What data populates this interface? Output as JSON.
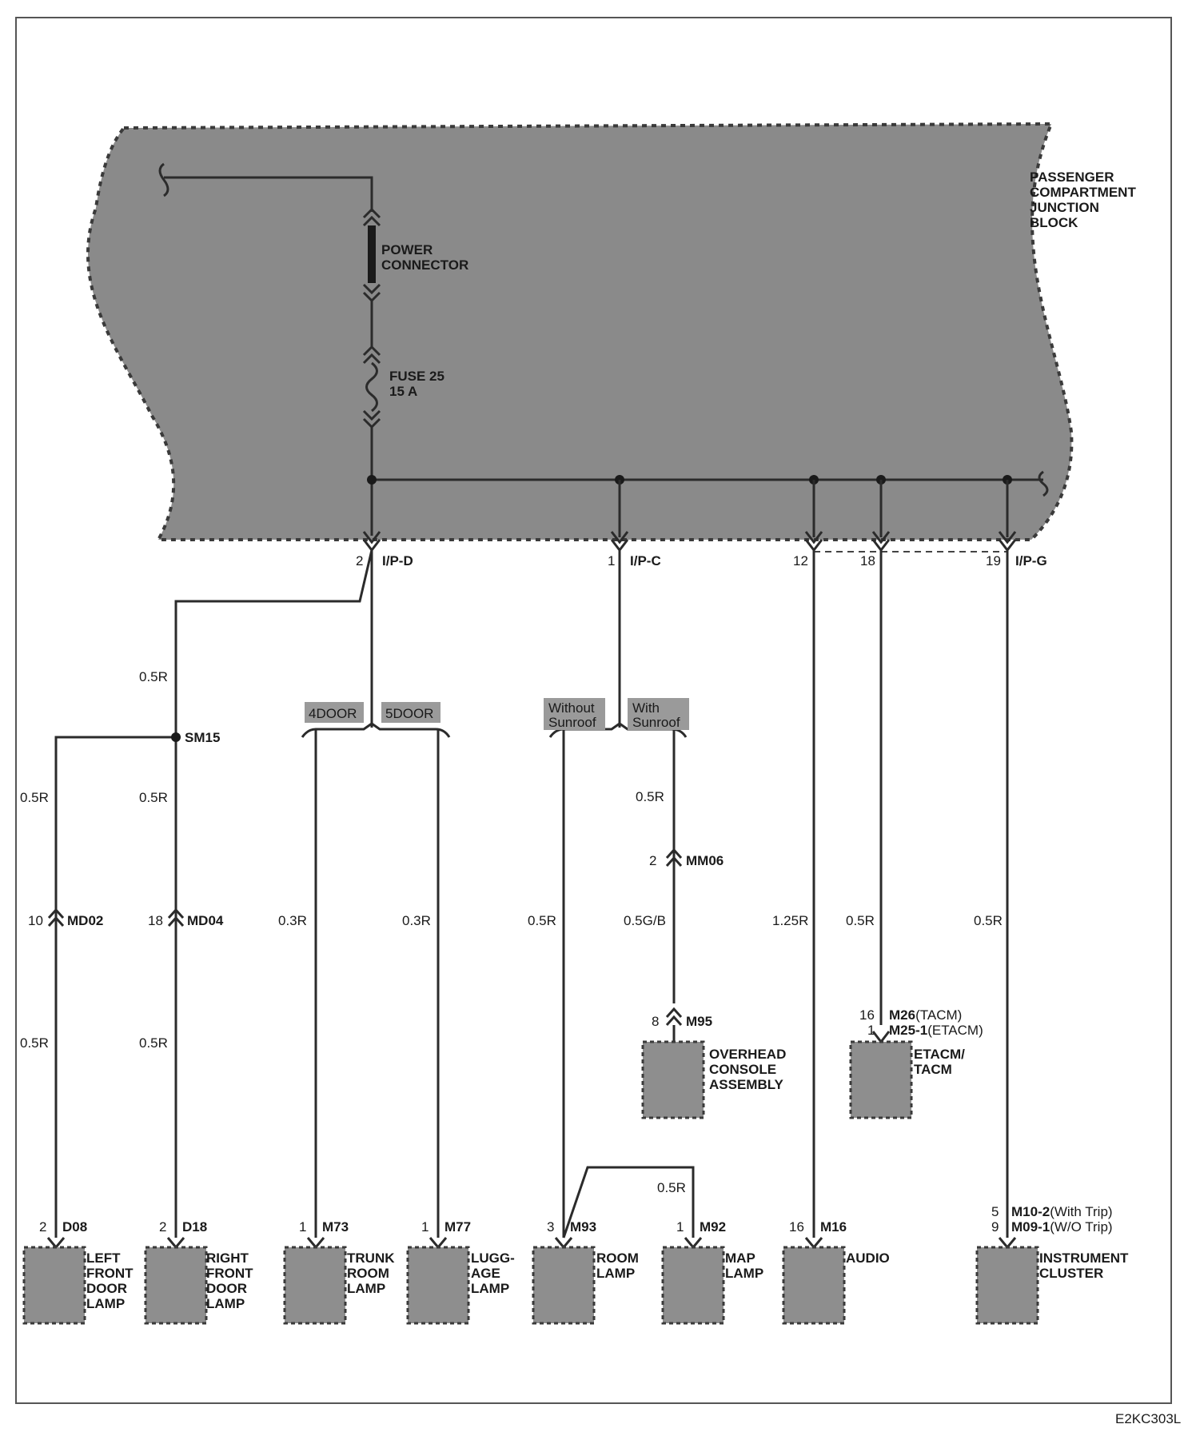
{
  "junction_block": {
    "name_lines": [
      "PASSENGER",
      "COMPARTMENT",
      "JUNCTION",
      "BLOCK"
    ],
    "power_connector_lines": [
      "POWER",
      "CONNECTOR"
    ],
    "fuse_lines": [
      "FUSE 25",
      "15 A"
    ]
  },
  "outputs": {
    "ipd": {
      "pin": "2",
      "name": "I/P-D"
    },
    "ipc": {
      "pin": "1",
      "name": "I/P-C"
    },
    "ipg12": {
      "pin": "12"
    },
    "ipg18": {
      "pin": "18"
    },
    "ipg19": {
      "pin": "19",
      "name": "I/P-G"
    }
  },
  "wires": {
    "w_ipd_sm15": "0.5R",
    "w_left1": "0.5R",
    "w_sm15_down": "0.5R",
    "w_left2": "0.5R",
    "w_sm15_2": "0.5R",
    "w_4door": "0.3R",
    "w_5door": "0.3R",
    "w_nosun": "0.5R",
    "w_sun1": "0.5R",
    "w_sun2": "0.5G/B",
    "w_audio": "1.25R",
    "w_etacm": "0.5R",
    "w_cluster": "0.5R",
    "w_map": "0.5R"
  },
  "splice": {
    "name": "SM15"
  },
  "options": {
    "door4": "4DOOR",
    "door5": "5DOOR",
    "without_sunroof": [
      "Without",
      "Sunroof"
    ],
    "with_sunroof": [
      "With",
      "Sunroof"
    ]
  },
  "connectors": {
    "md02": {
      "pin": "10",
      "name": "MD02"
    },
    "md04": {
      "pin": "18",
      "name": "MD04"
    },
    "mm06": {
      "pin": "2",
      "name": "MM06"
    },
    "m95": {
      "pin": "8",
      "name": "M95"
    },
    "m26": {
      "pin": "16",
      "name": "M26",
      "note": "(TACM)"
    },
    "m25": {
      "pin": "1",
      "name": "M25-1",
      "note": "(ETACM)"
    },
    "d08": {
      "pin": "2",
      "name": "D08"
    },
    "d18": {
      "pin": "2",
      "name": "D18"
    },
    "m73": {
      "pin": "1",
      "name": "M73"
    },
    "m77": {
      "pin": "1",
      "name": "M77"
    },
    "m93": {
      "pin": "3",
      "name": "M93"
    },
    "m92": {
      "pin": "1",
      "name": "M92"
    },
    "m16": {
      "pin": "16",
      "name": "M16"
    },
    "m10": {
      "pin": "5",
      "name": "M10-2",
      "note": "(With Trip)"
    },
    "m09": {
      "pin": "9",
      "name": "M09-1",
      "note": "(W/O Trip)"
    }
  },
  "components": {
    "left_front_door_lamp": [
      "LEFT",
      "FRONT",
      "DOOR",
      "LAMP"
    ],
    "right_front_door_lamp": [
      "RIGHT",
      "FRONT",
      "DOOR",
      "LAMP"
    ],
    "trunk_room_lamp": [
      "TRUNK",
      "ROOM",
      "LAMP"
    ],
    "luggage_lamp": [
      "LUGG-",
      "AGE",
      "LAMP"
    ],
    "room_lamp": [
      "ROOM",
      "LAMP"
    ],
    "map_lamp": [
      "MAP",
      "LAMP"
    ],
    "audio": [
      "AUDIO"
    ],
    "instrument_cluster": [
      "INSTRUMENT",
      "CLUSTER"
    ],
    "overhead_console": [
      "OVERHEAD",
      "CONSOLE",
      "ASSEMBLY"
    ],
    "etacm": [
      "ETACM/",
      "TACM"
    ]
  },
  "footer": {
    "code": "E2KC303L"
  }
}
